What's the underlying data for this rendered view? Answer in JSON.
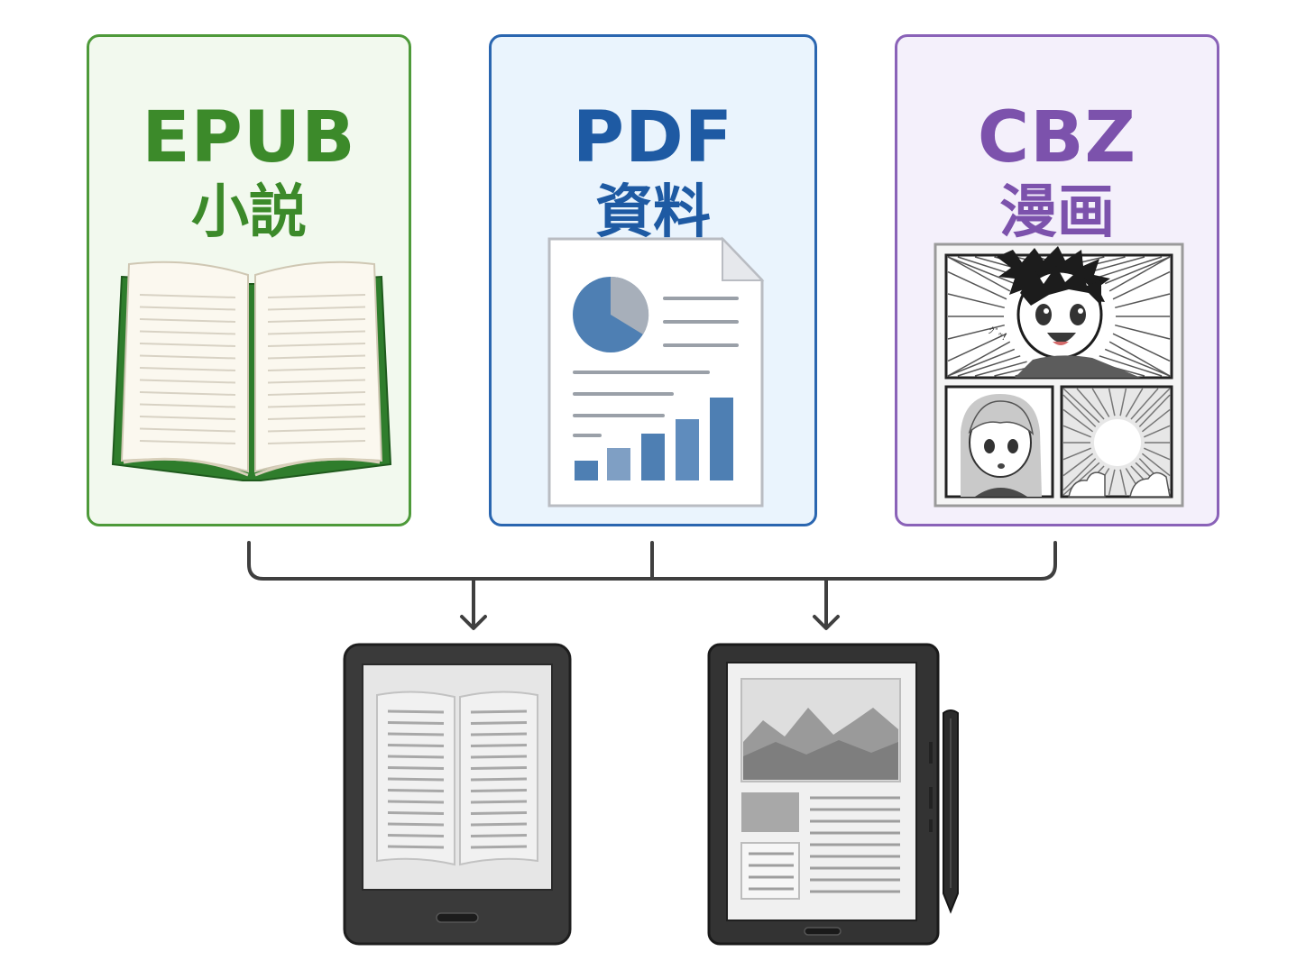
{
  "formats": [
    {
      "id": "epub",
      "label": "EPUB",
      "sublabel": "小説",
      "color": "#3c8a2a",
      "icon": "open-book-icon"
    },
    {
      "id": "pdf",
      "label": "PDF",
      "sublabel": "資料",
      "color": "#1e5aa3",
      "icon": "document-chart-icon"
    },
    {
      "id": "cbz",
      "label": "CBZ",
      "sublabel": "漫画",
      "color": "#7c52ac",
      "icon": "manga-page-icon"
    }
  ],
  "devices": [
    {
      "id": "ereader",
      "icon": "ereader-device-icon"
    },
    {
      "id": "tablet-with-stylus",
      "icon": "eink-tablet-stylus-icon"
    }
  ],
  "manga_sfx": "ｸﾞｯ!"
}
